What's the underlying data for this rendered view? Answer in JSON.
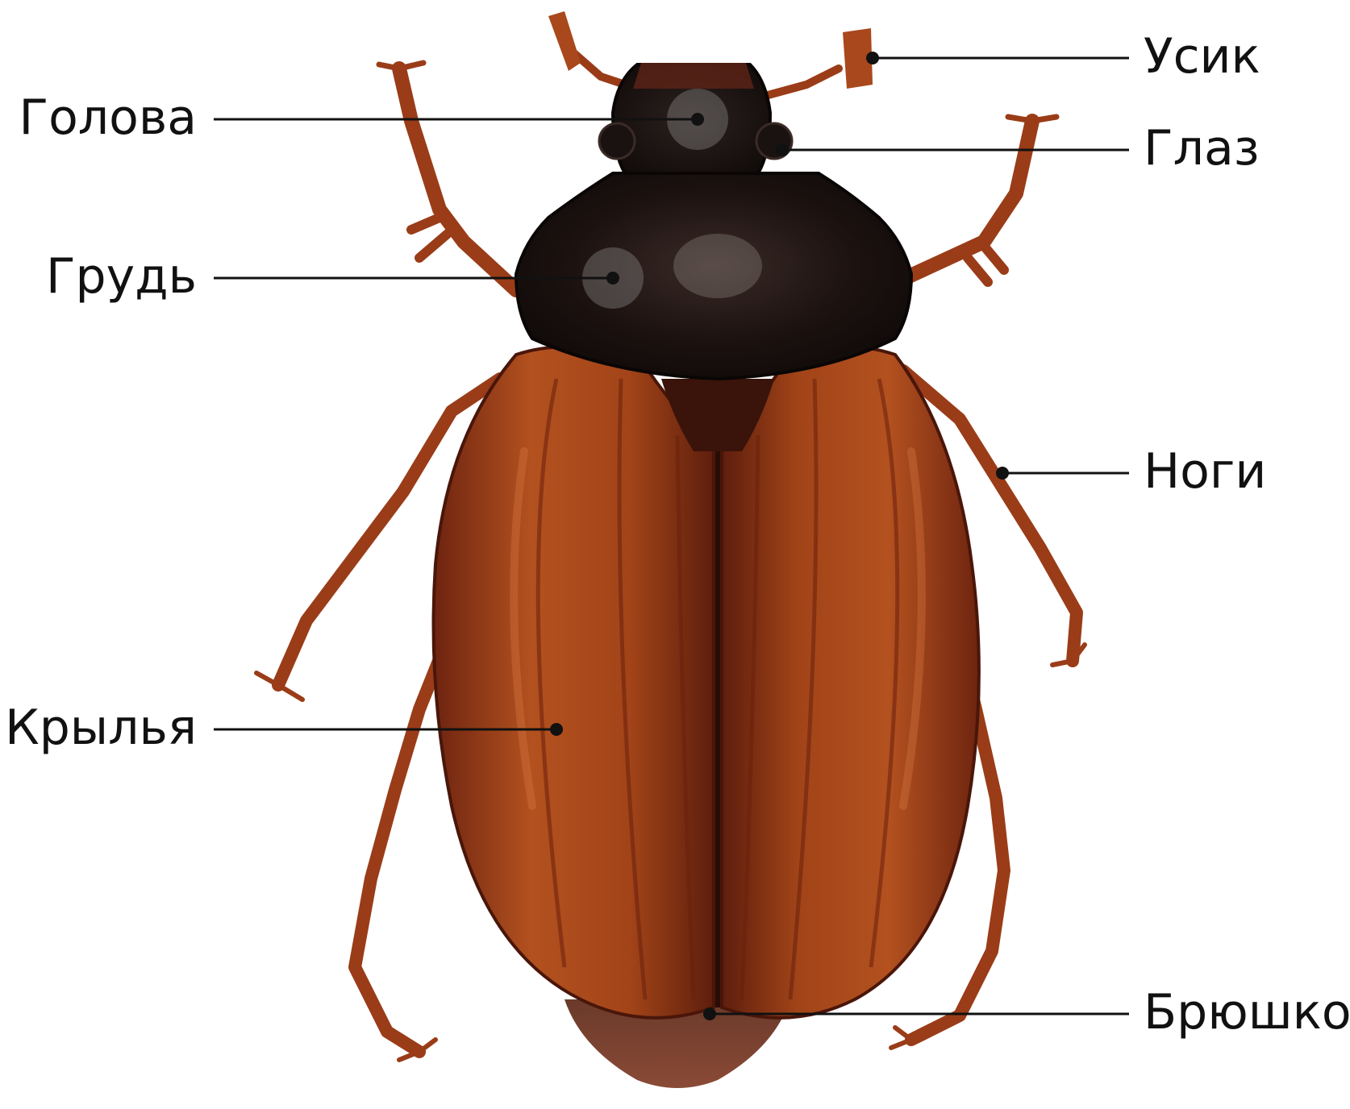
{
  "labels": {
    "antenna": "Усик",
    "head": "Голова",
    "eye": "Глаз",
    "thorax": "Грудь",
    "legs": "Ноги",
    "wings": "Крылья",
    "abdomen": "Брюшко"
  },
  "colors": {
    "background": "#ffffff",
    "elytra": "#8a3416",
    "elytra_highlight": "#c25a2a",
    "pronotum": "#1e1412",
    "legs": "#9a3c18",
    "leader_line": "#111111",
    "marker": "#111111"
  }
}
